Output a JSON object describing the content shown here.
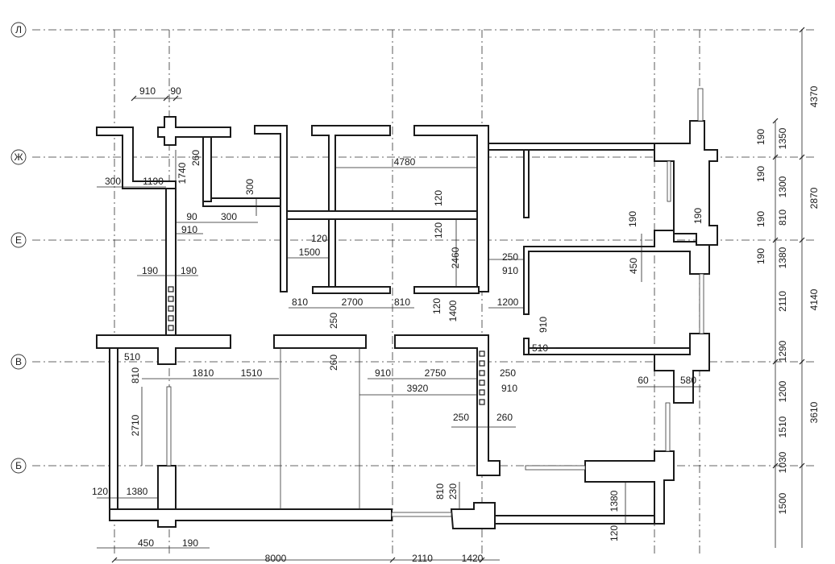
{
  "axes": {
    "bubbles": [
      "Л",
      "Ж",
      "Е",
      "В",
      "Б"
    ]
  },
  "dimensions": {
    "top": [
      "910",
      "90"
    ],
    "left_upper": [
      "300",
      "1190",
      "1740",
      "260",
      "90",
      "300",
      "910",
      "300"
    ],
    "left_mid": [
      "190",
      "190"
    ],
    "upper_rooms": [
      "4780",
      "120",
      "120",
      "120",
      "1500",
      "2460",
      "810",
      "2700",
      "810",
      "120",
      "1400",
      "1200"
    ],
    "center_right": [
      "250",
      "910",
      "190",
      "450",
      "190",
      "910",
      "510"
    ],
    "middle": [
      "250",
      "260",
      "510",
      "810",
      "1810",
      "1510",
      "910",
      "2750",
      "250",
      "3920",
      "910",
      "250",
      "260",
      "60",
      "580"
    ],
    "lower_left": [
      "2710",
      "120",
      "1380",
      "450",
      "190"
    ],
    "lower_right": [
      "810",
      "230",
      "1380",
      "120"
    ],
    "bottom": [
      "8000",
      "2110",
      "1420"
    ],
    "right_chain_inner": [
      "190",
      "1350",
      "190",
      "1300",
      "190",
      "810",
      "190",
      "1380",
      "2110",
      "1290",
      "1200",
      "1510",
      "1030",
      "1500"
    ],
    "right_chain_outer": [
      "4370",
      "2870",
      "4140",
      "3610"
    ]
  }
}
